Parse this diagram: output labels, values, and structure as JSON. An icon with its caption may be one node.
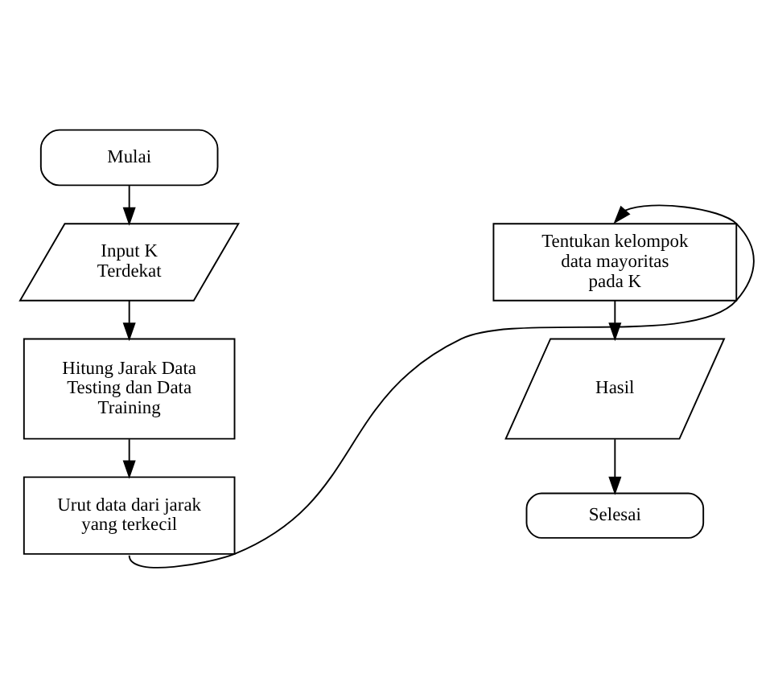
{
  "diagram": {
    "nodes": [
      {
        "text": [
          "Mulai"
        ]
      },
      {
        "text": [
          "Input K Terdekat"
        ]
      },
      {
        "text": [
          "Hitung Jarak Data Testing dan Data Training"
        ]
      },
      {
        "text": [
          "Urut data dari jarak yang terkecil"
        ]
      },
      {
        "text": [
          "Tentukan kelompok data mayoritas pada K"
        ]
      },
      {
        "text": [
          "Hasil"
        ]
      },
      {
        "text": [
          "Selesai"
        ]
      }
    ],
    "edges": [
      {
        "from": 0,
        "to": 1,
        "arrow": "to"
      },
      {
        "from": 1,
        "to": 2,
        "arrow": "to"
      },
      {
        "from": 2,
        "to": 3,
        "arrow": "to"
      },
      {
        "from": 3,
        "to": 4,
        "arrow": "to"
      },
      {
        "from": 4,
        "to": 5,
        "arrow": "to"
      },
      {
        "from": 5,
        "to": 6,
        "arrow": "to"
      }
    ]
  }
}
